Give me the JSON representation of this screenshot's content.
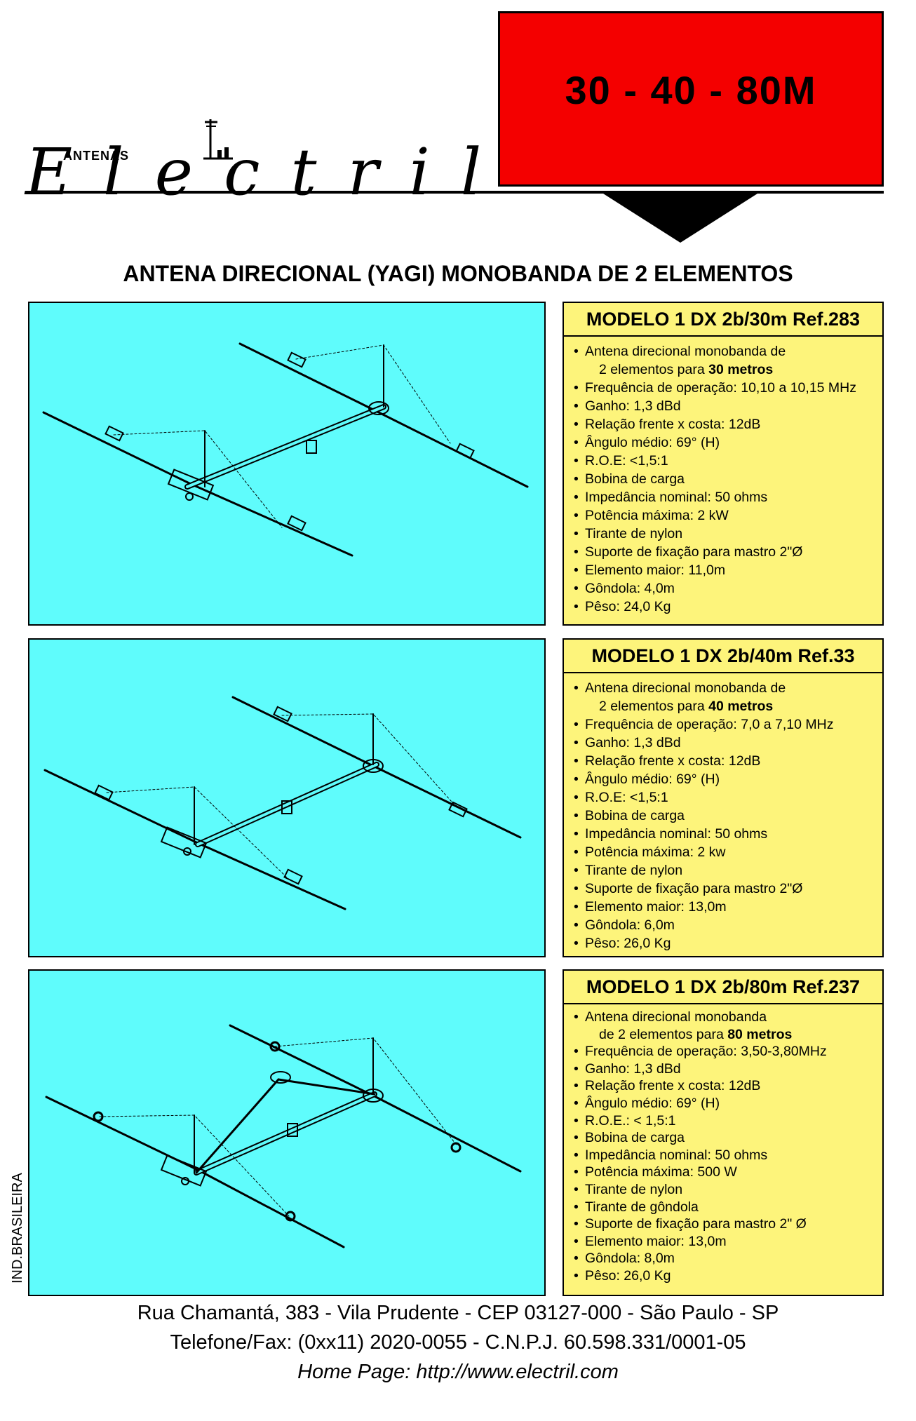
{
  "header": {
    "bands": "30 - 40 - 80M",
    "brand_small": "ANTENAS",
    "brand": "Electril"
  },
  "headline": "ANTENA DIRECIONAL (YAGI) MONOBANDA DE 2 ELEMENTOS",
  "models": [
    {
      "title": "MODELO 1 DX 2b/30m Ref.283",
      "specs": [
        "Antena direcional monobanda de",
        "2 elementos para ",
        "Frequência de operação: 10,10 a 10,15 MHz",
        "Ganho: 1,3 dBd",
        "Relação frente x costa: 12dB",
        "Ângulo médio: 69° (H)",
        "R.O.E: <1,5:1",
        "Bobina de carga",
        "Impedância nominal: 50 ohms",
        "Potência máxima: 2 kW",
        "Tirante de nylon",
        "Suporte de fixação para mastro 2\"Ø",
        "Elemento maior: 11,0m",
        "Gôndola: 4,0m",
        "Pêso: 24,0 Kg"
      ],
      "bold": "30 metros"
    },
    {
      "title": "MODELO 1 DX 2b/40m Ref.33",
      "specs": [
        "Antena direcional monobanda de",
        "2 elementos para ",
        "Frequência de operação: 7,0 a 7,10 MHz",
        "Ganho: 1,3 dBd",
        "Relação frente x costa: 12dB",
        "Ângulo médio: 69° (H)",
        "R.O.E: <1,5:1",
        "Bobina de carga",
        "Impedância nominal: 50 ohms",
        "Potência máxima: 2 kw",
        "Tirante de nylon",
        "Suporte de fixação para mastro 2\"Ø",
        "Elemento maior: 13,0m",
        "Gôndola: 6,0m",
        "Pêso: 26,0 Kg"
      ],
      "bold": "40 metros"
    },
    {
      "title": "MODELO 1 DX 2b/80m Ref.237",
      "specs": [
        "Antena direcional monobanda",
        "de 2 elementos para ",
        "Frequência de operação: 3,50-3,80MHz",
        "Ganho: 1,3 dBd",
        "Relação frente x costa: 12dB",
        "Ângulo médio: 69° (H)",
        "R.O.E.: < 1,5:1",
        "Bobina de carga",
        "Impedância nominal: 50 ohms",
        "Potência máxima: 500 W",
        "Tirante de nylon",
        "Tirante de gôndola",
        "Suporte de fixação para mastro 2\" Ø",
        "Elemento maior: 13,0m",
        "Gôndola: 8,0m",
        "Pêso: 26,0 Kg"
      ],
      "bold": "80 metros"
    }
  ],
  "side_text": "IND.BRASILEIRA",
  "footer": {
    "address": "Rua Chamantá, 383 - Vila Prudente - CEP 03127-000 - São Paulo - SP",
    "phone": "Telefone/Fax: (0xx11) 2020-0055 - C.N.P.J. 60.598.331/0001-05",
    "web": "Home Page: http://www.electril.com"
  }
}
